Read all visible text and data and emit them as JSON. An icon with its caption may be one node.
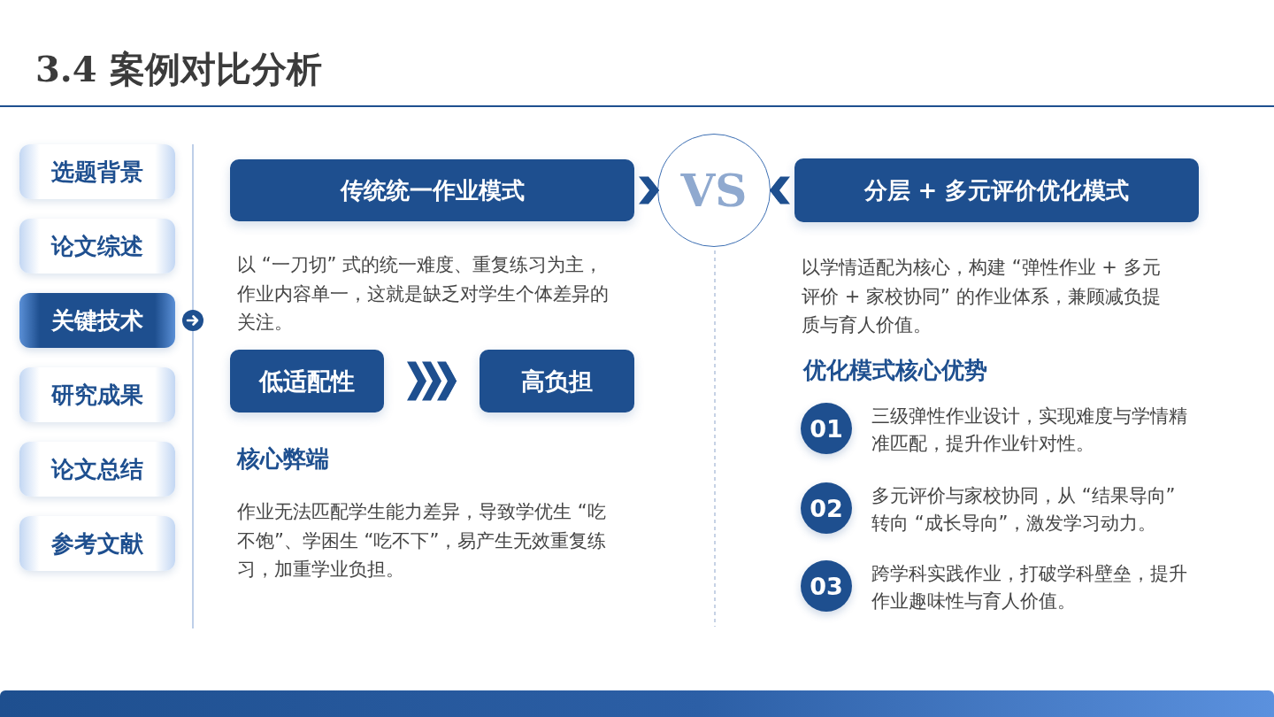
{
  "diagram": {
    "title": "3.4 案例对比分析",
    "nodes": [
      {
        "text": [
          "选题背景"
        ]
      },
      {
        "text": [
          "论文综述"
        ]
      },
      {
        "text": [
          "关键技术"
        ]
      },
      {
        "text": [
          "研究成果"
        ]
      },
      {
        "text": [
          "论文总结"
        ]
      },
      {
        "text": [
          "参考文献"
        ]
      },
      {
        "text": [
          "传统统一作业模式"
        ]
      },
      {
        "text": [
          "VS"
        ]
      },
      {
        "text": [
          "分层 + 多元评价优化模式"
        ]
      },
      {
        "text": [
          "低适配性"
        ]
      },
      {
        "text": [
          "高负担"
        ]
      },
      {
        "text": [
          "01"
        ],
        "beside": [
          "三级弹性作业设计，实现难度与学情精准匹配，提升作业针对性。"
        ]
      },
      {
        "text": [
          "02"
        ],
        "beside": [
          "多元评价与家校协同，从 “结果导向” 转向 “成长导向”，激发学习动力。"
        ]
      },
      {
        "text": [
          "03"
        ],
        "beside": [
          "跨学科实践作业，打破学科壁垒，提升作业趣味性与育人价值。"
        ]
      }
    ],
    "edges": [
      {
        "from": 6,
        "to": 7,
        "arrow": "to"
      },
      {
        "from": 8,
        "to": 7,
        "arrow": "to"
      },
      {
        "from": 9,
        "to": 10,
        "arrow": "to"
      }
    ],
    "labels": [
      "以 “一刀切” 式的统一难度、重复练习为主，作业内容单一，这就是缺乏对学生个体差异的关注。",
      "核心弊端",
      "作业无法匹配学生能力差异，导致学优生 “吃不饱”、学困生 “吃不下”，易产生无效重复练习，加重学业负担。",
      "以学情适配为核心，构建 “弹性作业 + 多元评价 + 家校协同” 的作业体系，兼顾减负提质与育人价值。",
      "优化模式核心优势"
    ]
  }
}
